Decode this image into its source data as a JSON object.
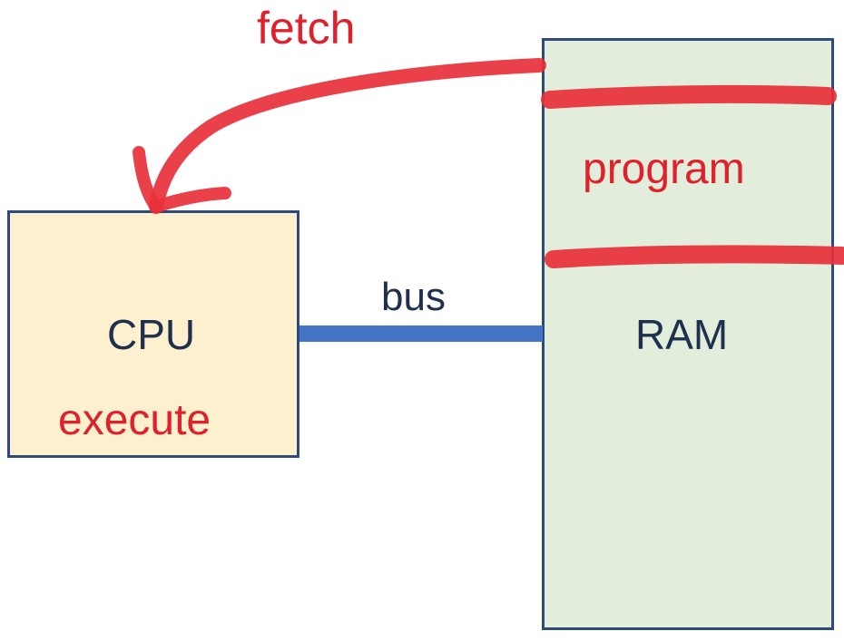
{
  "cpu": {
    "name": "CPU",
    "action": "execute",
    "fill": "#fdf0cf"
  },
  "ram": {
    "name": "RAM",
    "region_label": "program",
    "fill": "#e2eedb"
  },
  "bus": {
    "label": "bus",
    "color": "#4472c4"
  },
  "fetch": {
    "label": "fetch",
    "color": "#e0202a"
  },
  "colors": {
    "border": "#2e4a7a",
    "text": "#1f2f4e",
    "annotation": "#e0202a"
  }
}
